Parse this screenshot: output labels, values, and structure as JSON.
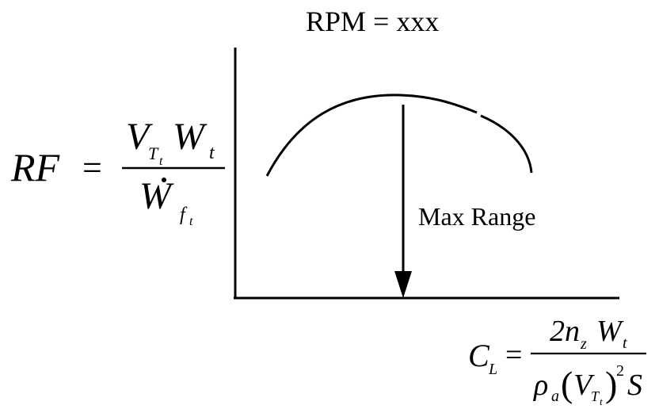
{
  "title": "RPM = xxx",
  "annotation": "Max Range",
  "y_formula": {
    "lhs": "RF",
    "equals": "=",
    "numerator": {
      "V": "V",
      "V_sub": "T",
      "V_subsub": "t",
      "W": "W",
      "W_sub": "t"
    },
    "denominator": {
      "W": "W",
      "dot": "·",
      "sub": "f",
      "subsub": "t"
    }
  },
  "x_formula": {
    "lhs": "C",
    "lhs_sub": "L",
    "equals": "=",
    "numerator": {
      "coef": "2",
      "n": "n",
      "n_sub": "z",
      "W": "W",
      "W_sub": "t"
    },
    "denominator": {
      "rho": "ρ",
      "rho_sub": "a",
      "lparen": "(",
      "V": "V",
      "V_sub": "T",
      "V_subsub": "t",
      "rparen": ")",
      "exp": "2",
      "S": "S"
    }
  },
  "colors": {
    "ink": "#000000",
    "background": "#ffffff"
  }
}
